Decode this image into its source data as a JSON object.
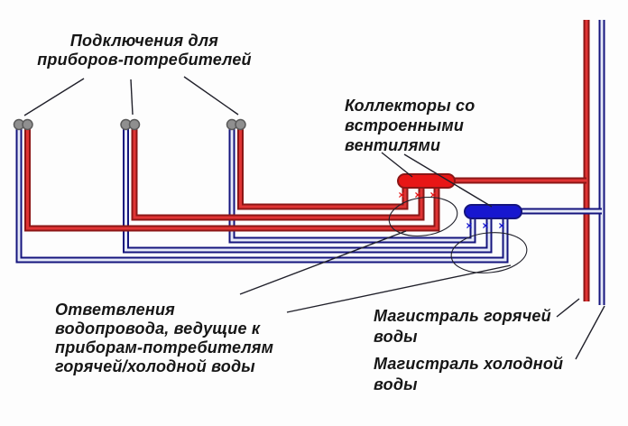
{
  "labels": {
    "consumer_connections": "Подключения для\nприборов-потребителей",
    "collectors": "Коллекторы со\nвстроенными\nвентилями",
    "branches": "Ответвления\nводопровода, ведущие к\nприборам-потребителям\nгорячей/холодной воды",
    "hot_main": "Магистраль горячей\nводы",
    "cold_main": "Магистраль холодной\nводы"
  },
  "valve_symbol": "×",
  "colors": {
    "hot_pipe_outer": "#8c1616",
    "hot_pipe_inner": "#e03434",
    "hot_collector": "#e81616",
    "cold_pipe_outer": "#15157e",
    "cold_pipe_inner": "#e6eaf8",
    "cold_collector": "#1717cf",
    "connector": "#8f8f8f",
    "connector_border": "#5a5a5a",
    "leader": "#20202a",
    "text": "#161616",
    "background": "#fdfdfd"
  }
}
